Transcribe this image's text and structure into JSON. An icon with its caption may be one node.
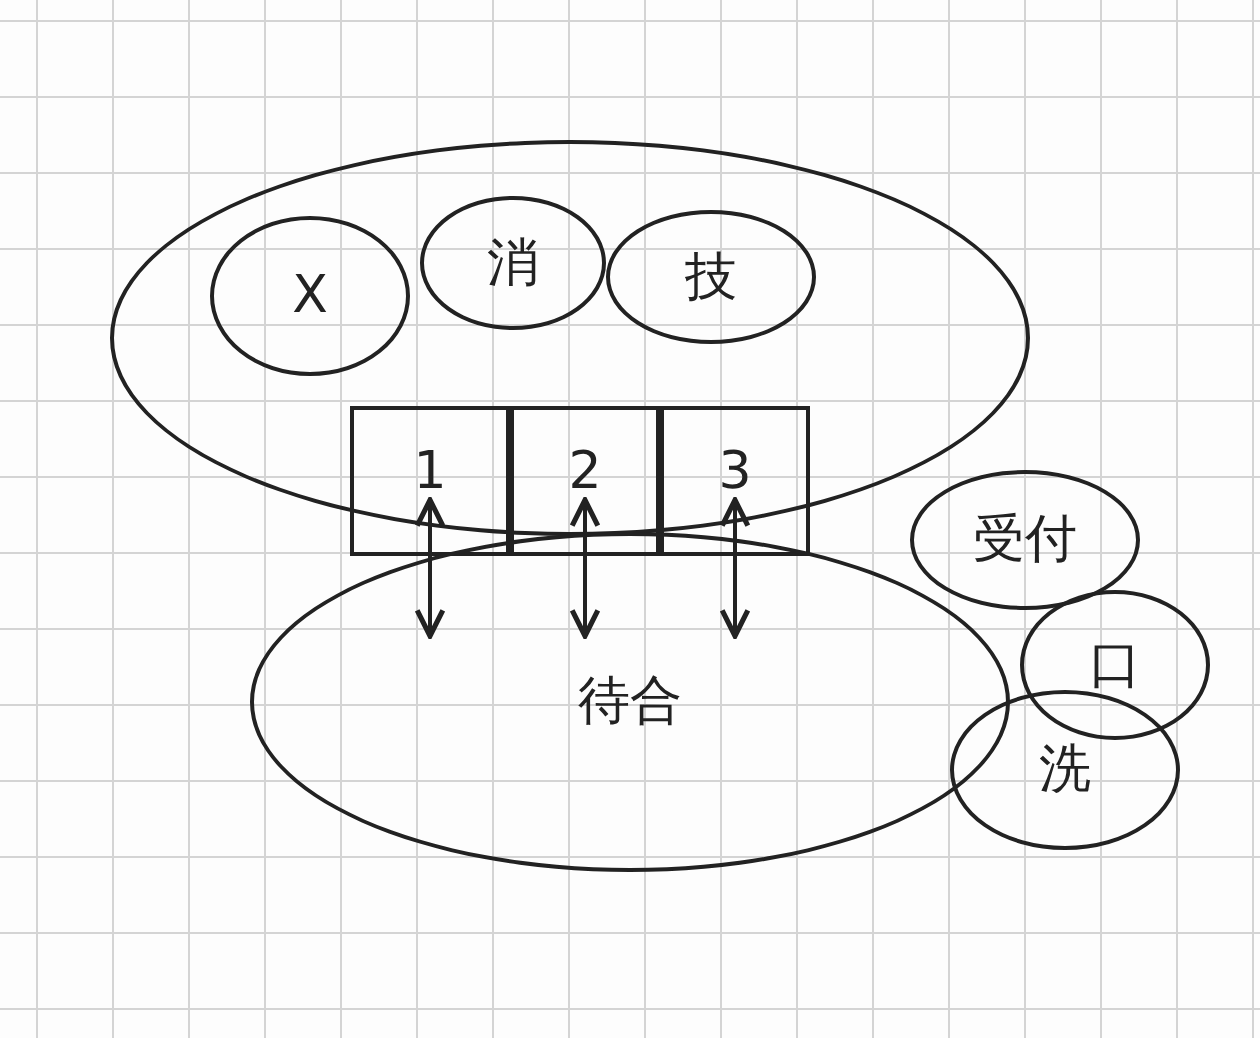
{
  "diagram": {
    "nodes": [
      {
        "text": [],
        "shape": "ellipse"
      },
      {
        "text": [
          "X"
        ],
        "in": 0
      },
      {
        "text": [
          "消"
        ],
        "in": 0
      },
      {
        "text": [
          "技"
        ],
        "in": 0
      },
      {
        "text": [
          "1"
        ]
      },
      {
        "text": [
          "2"
        ]
      },
      {
        "text": [
          "3"
        ]
      },
      {
        "text": [
          "待合"
        ]
      },
      {
        "text": [
          "受付"
        ]
      },
      {
        "text": [
          "口"
        ]
      },
      {
        "text": [
          "洗"
        ]
      }
    ],
    "edges": [
      {
        "from": 4,
        "to": 7,
        "arrow": "both"
      },
      {
        "from": 5,
        "to": 7,
        "arrow": "both"
      },
      {
        "from": 6,
        "to": 7,
        "arrow": "both"
      }
    ]
  }
}
